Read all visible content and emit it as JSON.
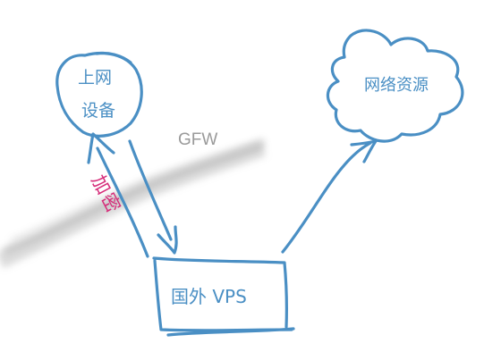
{
  "diagram": {
    "nodes": {
      "device_line1": "上网",
      "device_line2": "设备",
      "vps": "国外 VPS",
      "resource": "网络资源"
    },
    "gfw_label": "GFW",
    "encrypt_label": "加密",
    "colors": {
      "stroke": "#4a8fc4",
      "text": "#4a8fc4",
      "gfw_text": "#9a9a9a",
      "gfw_wall": "#b9b9b9",
      "encrypt_text": "#d62d7a"
    }
  }
}
